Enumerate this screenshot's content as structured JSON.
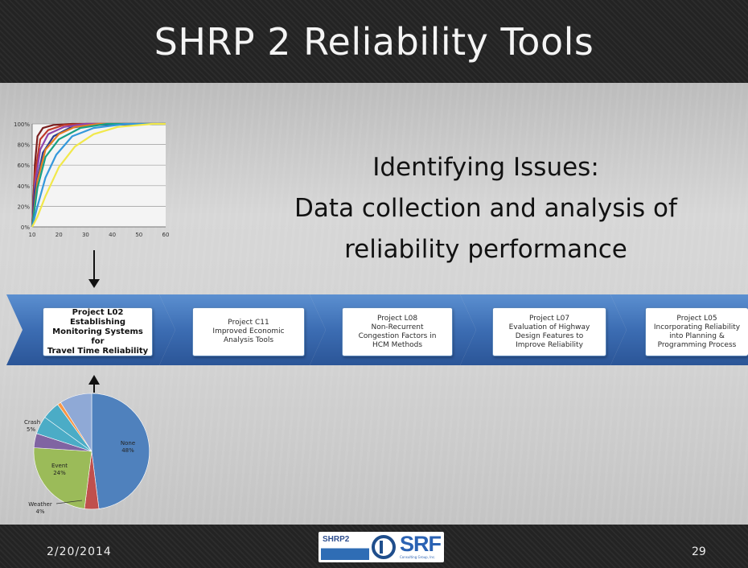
{
  "slide": {
    "title": "SHRP 2 Reliability Tools",
    "headline": [
      "Identifying Issues:",
      "Data collection and analysis of",
      "reliability performance"
    ],
    "date": "2/20/2014",
    "page_number": "29",
    "logos": {
      "shrp2": "SHRP2",
      "sre": "SRF",
      "sre_sub": "Consulting Group, Inc."
    }
  },
  "projects": [
    {
      "lines": [
        "Project L02",
        "Establishing",
        "Monitoring Systems for",
        "Travel Time Reliability"
      ]
    },
    {
      "lines": [
        "Project C11",
        "Improved Economic",
        "Analysis Tools"
      ]
    },
    {
      "lines": [
        "Project L08",
        "Non-Recurrent",
        "Congestion Factors in",
        "HCM Methods"
      ]
    },
    {
      "lines": [
        "Project L07",
        "Evaluation of Highway",
        "Design Features to",
        "Improve Reliability"
      ]
    },
    {
      "lines": [
        "Project L05",
        "Incorporating Reliability",
        "into Planning &",
        "Programming Process"
      ]
    }
  ],
  "chart_data": [
    {
      "type": "line",
      "x_ticks": [
        "10",
        "20",
        "30",
        "40",
        "50",
        "60"
      ],
      "y_ticks": [
        "0%",
        "20%",
        "40%",
        "60%",
        "80%",
        "100%"
      ],
      "xlim": [
        10,
        60
      ],
      "ylim": [
        0,
        100
      ],
      "grid": true,
      "series": [
        {
          "color": "#7a1f1f",
          "points": [
            [
              10,
              0
            ],
            [
              11,
              60
            ],
            [
              12,
              88
            ],
            [
              14,
              96
            ],
            [
              18,
              99
            ],
            [
              25,
              100
            ],
            [
              60,
              100
            ]
          ]
        },
        {
          "color": "#c0392b",
          "points": [
            [
              10,
              0
            ],
            [
              11,
              50
            ],
            [
              13,
              85
            ],
            [
              16,
              94
            ],
            [
              22,
              99
            ],
            [
              30,
              100
            ],
            [
              60,
              100
            ]
          ]
        },
        {
          "color": "#8e44ad",
          "points": [
            [
              10,
              0
            ],
            [
              11,
              40
            ],
            [
              13,
              75
            ],
            [
              16,
              90
            ],
            [
              22,
              97
            ],
            [
              30,
              100
            ],
            [
              60,
              100
            ]
          ]
        },
        {
          "color": "#2c3e91",
          "points": [
            [
              10,
              0
            ],
            [
              11,
              35
            ],
            [
              14,
              72
            ],
            [
              18,
              88
            ],
            [
              24,
              96
            ],
            [
              32,
              99
            ],
            [
              60,
              100
            ]
          ]
        },
        {
          "color": "#e67e22",
          "points": [
            [
              10,
              0
            ],
            [
              12,
              45
            ],
            [
              15,
              75
            ],
            [
              20,
              90
            ],
            [
              26,
              97
            ],
            [
              35,
              100
            ],
            [
              60,
              100
            ]
          ]
        },
        {
          "color": "#16a085",
          "points": [
            [
              10,
              0
            ],
            [
              12,
              38
            ],
            [
              15,
              68
            ],
            [
              20,
              85
            ],
            [
              28,
              96
            ],
            [
              38,
              100
            ],
            [
              60,
              100
            ]
          ]
        },
        {
          "color": "#3498db",
          "points": [
            [
              10,
              0
            ],
            [
              12,
              20
            ],
            [
              15,
              48
            ],
            [
              19,
              70
            ],
            [
              25,
              88
            ],
            [
              33,
              96
            ],
            [
              45,
              100
            ],
            [
              60,
              100
            ]
          ]
        },
        {
          "color": "#f1e84a",
          "points": [
            [
              10,
              0
            ],
            [
              12,
              10
            ],
            [
              15,
              30
            ],
            [
              20,
              58
            ],
            [
              26,
              78
            ],
            [
              33,
              90
            ],
            [
              42,
              97
            ],
            [
              55,
              100
            ],
            [
              60,
              100
            ]
          ]
        }
      ]
    },
    {
      "type": "pie",
      "slices": [
        {
          "label": "None",
          "value": 48,
          "pct": "48%",
          "color": "#4f81bd"
        },
        {
          "label": "Weather",
          "value": 4,
          "pct": "4%",
          "color": "#c0504d"
        },
        {
          "label": "Event",
          "value": 24,
          "pct": "24%",
          "color": "#9bbb59"
        },
        {
          "label": "",
          "value": 4,
          "pct": "",
          "color": "#8064a2"
        },
        {
          "label": "Crash",
          "value": 5,
          "pct": "5%",
          "color": "#4bacc6"
        },
        {
          "label": "",
          "value": 5,
          "pct": "",
          "color": "#4bacc6"
        },
        {
          "label": "",
          "value": 1,
          "pct": "",
          "color": "#f79646"
        },
        {
          "label": "",
          "value": 9,
          "pct": "",
          "color": "#8fa9d6"
        }
      ]
    }
  ]
}
